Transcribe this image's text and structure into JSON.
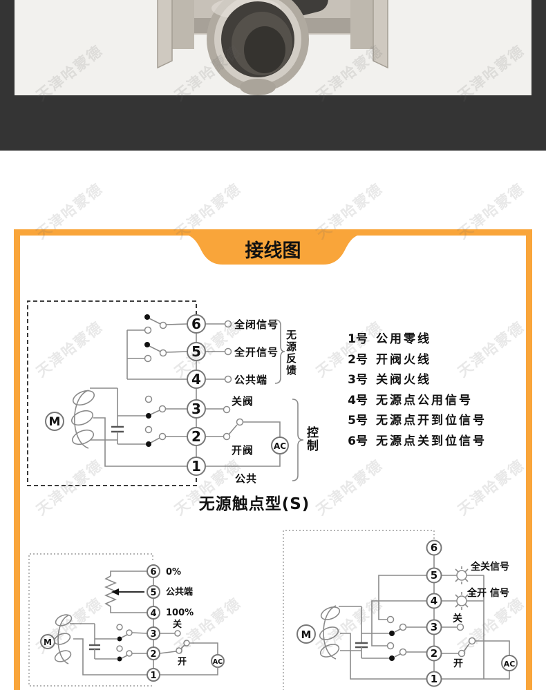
{
  "colors": {
    "accent": "#F9A53A",
    "dark_band": "#343434",
    "photo_bg": "#F2F1EE",
    "wire_gray": "#8A8A8A"
  },
  "watermark": {
    "text": "天津哈蒙德"
  },
  "banner": {
    "title": "接线图"
  },
  "main": {
    "terminals": [
      "6",
      "5",
      "4",
      "3",
      "2",
      "1"
    ],
    "labels": {
      "full_closed": "全闭信号",
      "full_open": "全开信号",
      "common_fb": "公共端",
      "close_valve": "关阀",
      "open_valve": "开阀",
      "common": "公共",
      "ac": "AC",
      "motor": "M"
    },
    "groups": {
      "feedback": "无源反馈",
      "control": "控制"
    },
    "caption": "无源触点型(S)"
  },
  "notes": {
    "items": [
      {
        "num": "1号",
        "text": "公用零线"
      },
      {
        "num": "2号",
        "text": "开阀火线"
      },
      {
        "num": "3号",
        "text": "关阀火线"
      },
      {
        "num": "4号",
        "text": "无源点公用信号"
      },
      {
        "num": "5号",
        "text": "无源点开到位信号"
      },
      {
        "num": "6号",
        "text": "无源点关到位信号"
      }
    ]
  },
  "pot": {
    "terminals": [
      "6",
      "5",
      "4",
      "3",
      "2",
      "1"
    ],
    "labels": {
      "p0": "0%",
      "common": "公共端",
      "p100": "100%",
      "close": "关",
      "open": "开",
      "ac": "AC",
      "motor": "M"
    }
  },
  "lamp": {
    "terminals": [
      "6",
      "5",
      "4",
      "3",
      "2",
      "1"
    ],
    "labels": {
      "closed_signal": "全关信号",
      "open_signal": "全开 信号",
      "close": "关",
      "open": "开",
      "ac": "AC",
      "motor": "M"
    }
  }
}
